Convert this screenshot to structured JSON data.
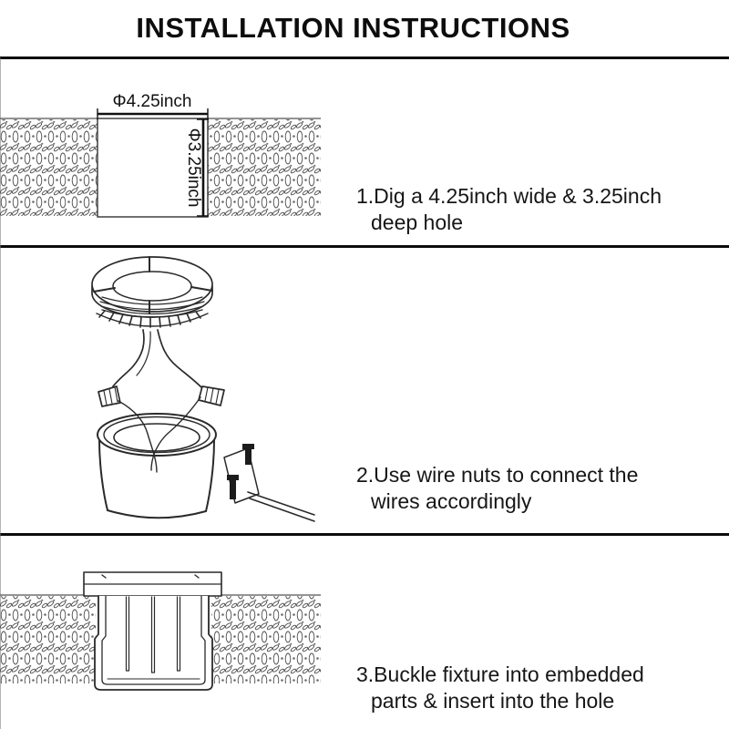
{
  "page": {
    "title": "INSTALLATION INSTRUCTIONS",
    "background_color": "#ffffff",
    "line_color": "#0c0c0c"
  },
  "steps": [
    {
      "line1": "1.Dig a 4.25inch wide & 3.25inch",
      "line2": "deep hole"
    },
    {
      "line1": "2.Use wire nuts to connect the",
      "line2": "wires accordingly"
    },
    {
      "line1": "3.Buckle fixture into embedded",
      "line2": "parts & insert into the hole"
    }
  ],
  "diagram1": {
    "icon": "dug-hole-cross-section-icon",
    "width_label": "Φ4.25inch",
    "depth_label": "Φ3.25inch"
  },
  "diagram2": {
    "icon": "inground-light-fixture-wiring-icon"
  },
  "diagram3": {
    "icon": "fixture-inserted-in-embedded-sleeve-icon"
  }
}
